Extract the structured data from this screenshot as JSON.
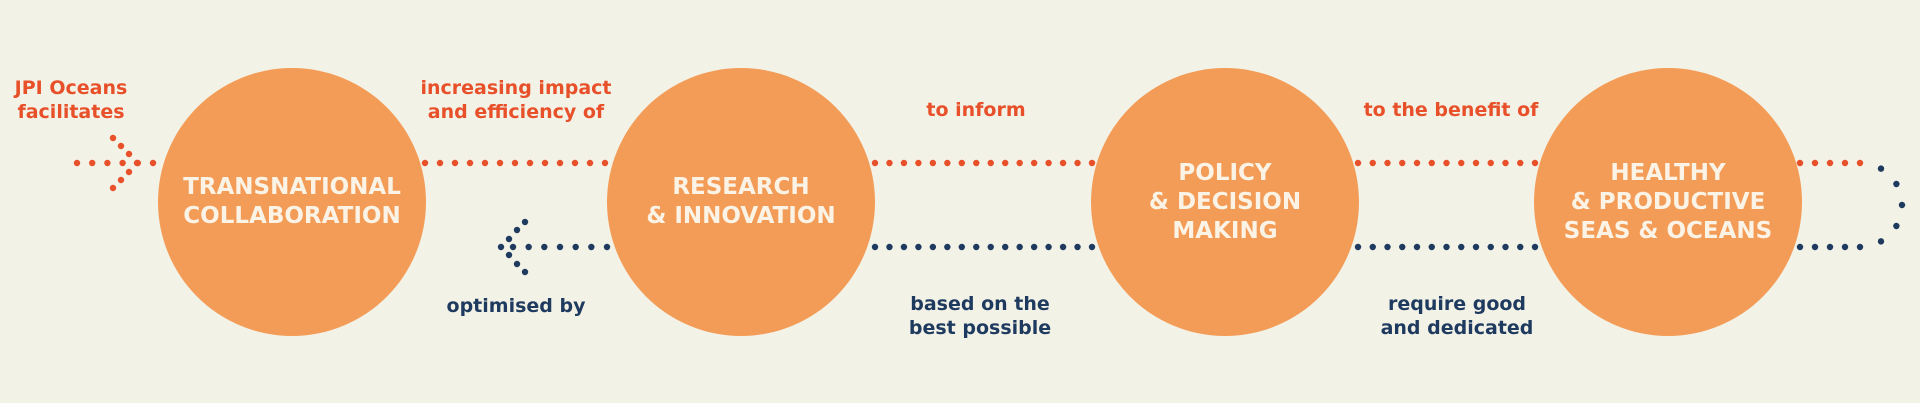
{
  "colors": {
    "background": "#f3f2e7",
    "circle": "#f39c57",
    "forward": "#e8502a",
    "backward": "#1e3a5f"
  },
  "nodes": [
    {
      "lines": [
        "TRANSNATIONAL",
        "COLLABORATION"
      ]
    },
    {
      "lines": [
        "RESEARCH",
        "& INNOVATION"
      ]
    },
    {
      "lines": [
        "POLICY",
        "& DECISION",
        "MAKING"
      ]
    },
    {
      "lines": [
        "HEALTHY",
        "& PRODUCTIVE",
        "SEAS & OCEANS"
      ]
    }
  ],
  "forward_labels": [
    {
      "lines": [
        "JPI Oceans",
        "facilitates"
      ]
    },
    {
      "lines": [
        "increasing impact",
        "and efficiency of"
      ]
    },
    {
      "lines": [
        "to inform"
      ]
    },
    {
      "lines": [
        "to the benefit of"
      ]
    }
  ],
  "backward_labels": [
    {
      "lines": [
        "optimised by"
      ]
    },
    {
      "lines": [
        "based on the",
        "best possible"
      ]
    },
    {
      "lines": [
        "require good",
        "and dedicated"
      ]
    }
  ]
}
